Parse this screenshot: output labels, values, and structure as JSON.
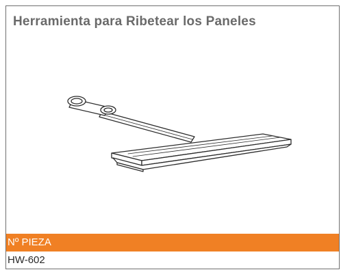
{
  "card": {
    "title": "Herramienta para Ribetear los Paneles",
    "illustration_icon": "panel-hemming-tool-icon",
    "part_number_label": "Nº PIEZA",
    "part_number_value": "HW-602"
  },
  "colors": {
    "accent": "#f08024",
    "title_text": "#6a6a6a",
    "border": "#6e6e6e"
  }
}
